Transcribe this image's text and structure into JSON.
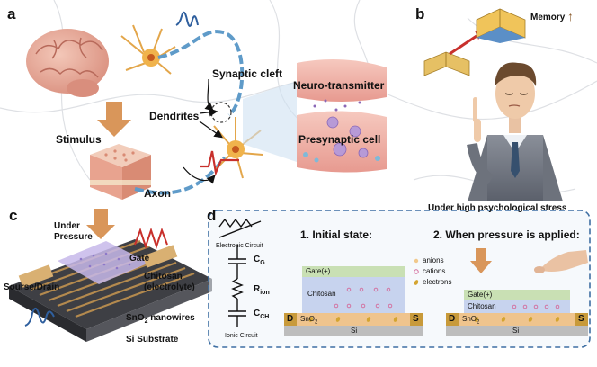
{
  "panels": {
    "a": "a",
    "b": "b",
    "c": "c",
    "d": "d"
  },
  "panel_a": {
    "synaptic_cleft": "Synaptic cleft",
    "dendrites": "Dendrites",
    "stimulus": "Stimulus",
    "axon": "Axon",
    "neurotransmitter": "Neuro-transmitter",
    "presynaptic_cell": "Presynaptic cell"
  },
  "panel_b": {
    "memory": "Memory",
    "memory_arrow": "↑",
    "caption": "Under high psychological stress"
  },
  "panel_c": {
    "under_pressure_line1": "Under",
    "under_pressure_line2": "Pressure",
    "gate": "Gate",
    "source_drain": "Sourse/Drain",
    "chitosan_line1": "Chitosan",
    "chitosan_line2": "(electrolyte)",
    "sno2_prefix": "SnO",
    "sno2_sub": "2",
    "sno2_suffix": " nanowires",
    "substrate": "Si Substrate"
  },
  "panel_d": {
    "electronic_circuit": "Electronic Circuit",
    "ionic_circuit": "Ionic Circuit",
    "cg": "C",
    "cg_sub": "G",
    "rion": "R",
    "rion_sub": "ion",
    "cch": "C",
    "cch_sub": "CH",
    "initial_state": "1. Initial state:",
    "pressure_applied": "2. When pressure is applied:",
    "gate_plus": "Gate(+)",
    "chitosan": "Chitosan",
    "sno2": "SnO",
    "sno2_sub": "2",
    "si": "Si",
    "d": "D",
    "s": "S",
    "legend": [
      "anions",
      "cations",
      "electrons"
    ]
  },
  "colors": {
    "gate": "#c9e0b4",
    "chitosan": "#c7d3ee",
    "sno2": "#efc48d",
    "si": "#bdbdbd",
    "electrode": "#c89a3a",
    "dashed_box": "#3f6fa3",
    "arrow_orange": "#d9965a",
    "wave_blue": "#2f5f9e",
    "wave_red": "#c8302c"
  }
}
